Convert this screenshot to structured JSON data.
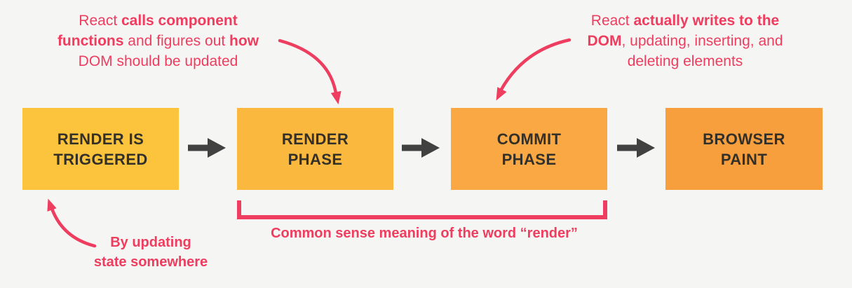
{
  "background": "#F5F5F3",
  "colors": {
    "pink": "#EE3D5F",
    "flow_arrow": "#414141",
    "box_text": "#333029"
  },
  "flow": {
    "boxes": [
      {
        "line1": "RENDER IS",
        "line2": "TRIGGERED",
        "color": "#FCC43C"
      },
      {
        "line1": "RENDER",
        "line2": "PHASE",
        "color": "#FBB83E"
      },
      {
        "line1": "COMMIT",
        "line2": "PHASE",
        "color": "#F9A843"
      },
      {
        "line1": "BROWSER",
        "line2": "PAINT",
        "color": "#F89F3D"
      }
    ]
  },
  "annotations": {
    "render_phase_note": {
      "lines": [
        {
          "segments": [
            {
              "text": "React ",
              "bold": false
            },
            {
              "text": "calls component",
              "bold": true
            }
          ]
        },
        {
          "segments": [
            {
              "text": "functions",
              "bold": true
            },
            {
              "text": " and figures out ",
              "bold": false
            },
            {
              "text": "how",
              "bold": true
            }
          ]
        },
        {
          "segments": [
            {
              "text": "DOM should be updated",
              "bold": false
            }
          ]
        }
      ]
    },
    "commit_phase_note": {
      "lines": [
        {
          "segments": [
            {
              "text": "React ",
              "bold": false
            },
            {
              "text": "actually writes to the",
              "bold": true
            }
          ]
        },
        {
          "segments": [
            {
              "text": "DOM",
              "bold": true
            },
            {
              "text": ", updating, inserting, and",
              "bold": false
            }
          ]
        },
        {
          "segments": [
            {
              "text": "deleting elements",
              "bold": false
            }
          ]
        }
      ]
    },
    "trigger_note": {
      "line1": "By updating",
      "line2": "state somewhere"
    },
    "bracket_label": "Common sense meaning of the word “render”"
  }
}
